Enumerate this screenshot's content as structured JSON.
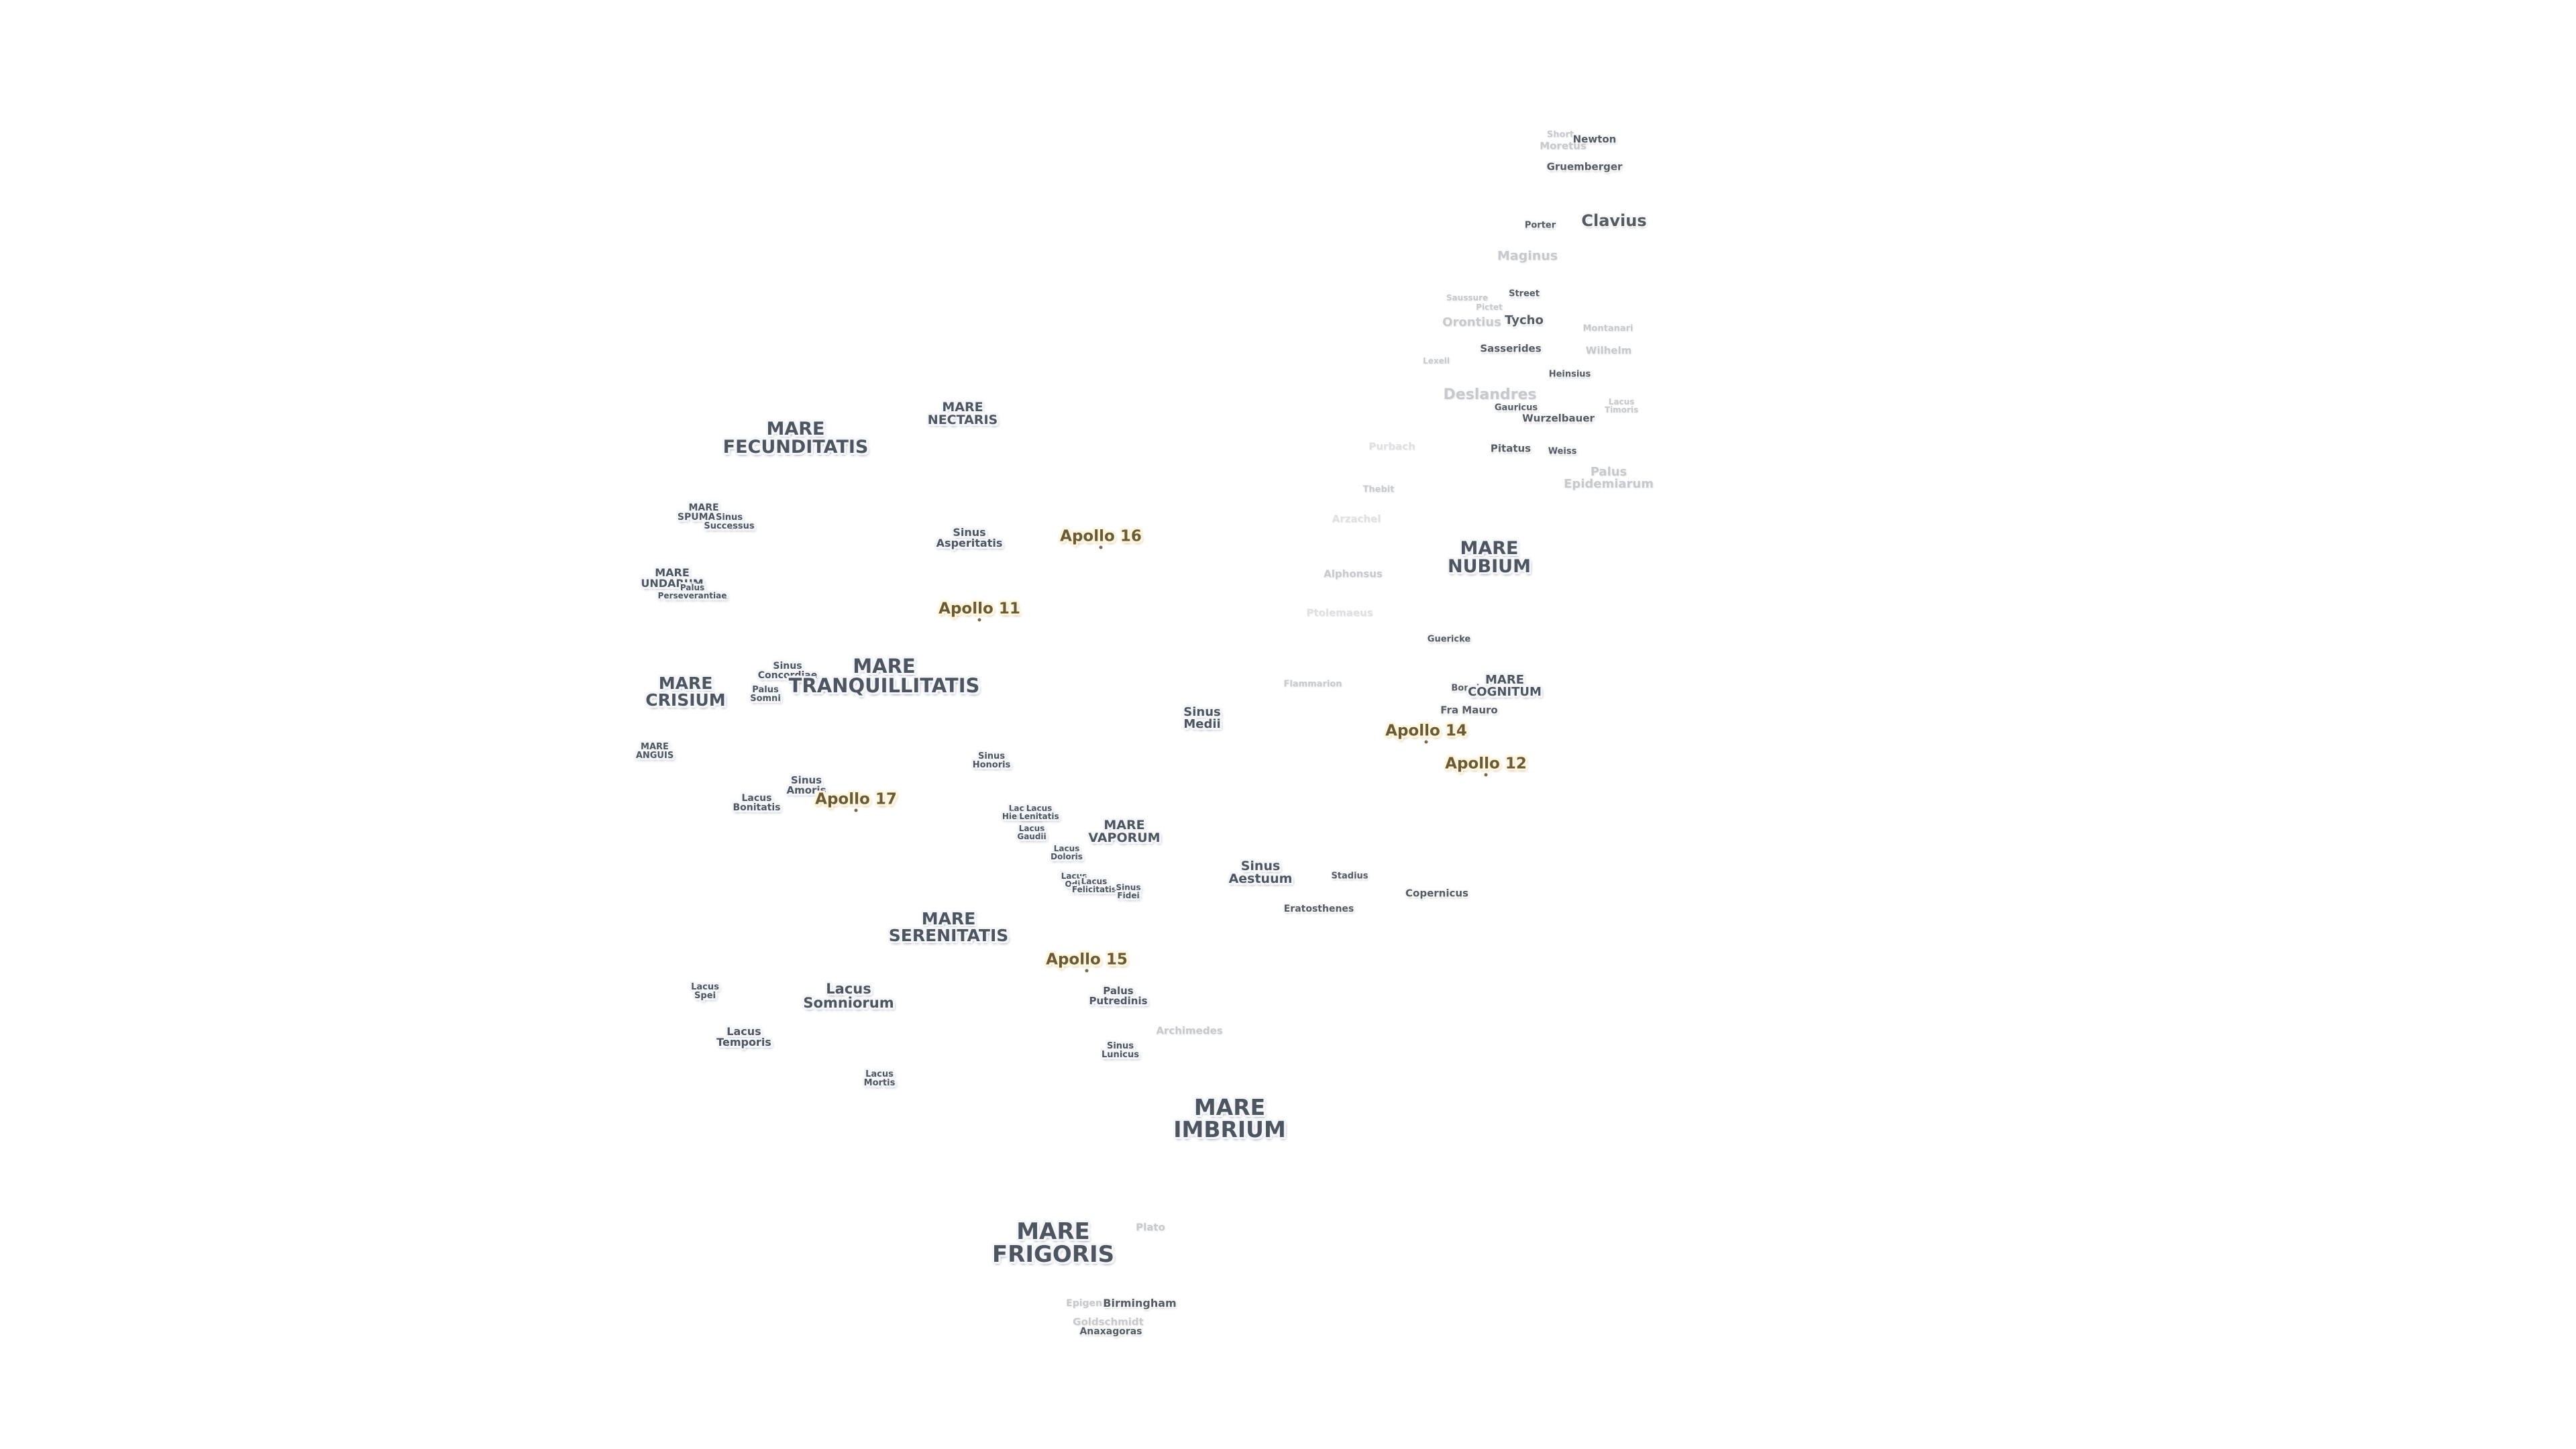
{
  "colors": {
    "background": "#ffffff",
    "mare_text": "#4d5560",
    "apollo_text": "#6b5a36",
    "faded_text": "#c7c9cd"
  },
  "labels": [
    {
      "id": "mare-fecunditatis",
      "text": "MARE\nFECUNDITATIS",
      "kind": "mare"
    },
    {
      "id": "mare-nectaris",
      "text": "MARE\nNECTARIS",
      "kind": "mare"
    },
    {
      "id": "mare-spumans",
      "text": "MARE\nSPUMANS",
      "kind": "mare"
    },
    {
      "id": "sinus-successus",
      "text": "Sinus\nSuccessus",
      "kind": "mare"
    },
    {
      "id": "mare-undarum",
      "text": "MARE\nUNDARUM",
      "kind": "mare"
    },
    {
      "id": "palus-perseverantiae",
      "text": "Palus\nPerseverantiae",
      "kind": "mare"
    },
    {
      "id": "sinus-asperitatis",
      "text": "Sinus\nAsperitatis",
      "kind": "mare"
    },
    {
      "id": "mare-crisium",
      "text": "MARE\nCRISIUM",
      "kind": "mare"
    },
    {
      "id": "sinus-concordiae",
      "text": "Sinus\nConcordiae",
      "kind": "mare"
    },
    {
      "id": "palus-somni",
      "text": "Palus\nSomni",
      "kind": "mare"
    },
    {
      "id": "mare-tranquillitatis",
      "text": "MARE\nTRANQUILLITATIS",
      "kind": "mare"
    },
    {
      "id": "mare-anguis",
      "text": "MARE\nANGUIS",
      "kind": "mare"
    },
    {
      "id": "lacus-bonitatis",
      "text": "Lacus\nBonitatis",
      "kind": "mare"
    },
    {
      "id": "sinus-amoris",
      "text": "Sinus\nAmoris",
      "kind": "mare"
    },
    {
      "id": "sinus-honoris",
      "text": "Sinus\nHonoris",
      "kind": "mare"
    },
    {
      "id": "sinus-medii",
      "text": "Sinus\nMedii",
      "kind": "mare"
    },
    {
      "id": "lacus-hiemalis",
      "text": "Lacus\nHiemalis",
      "kind": "mare"
    },
    {
      "id": "lacus-lenitatis",
      "text": "Lacus\nLenitatis",
      "kind": "mare"
    },
    {
      "id": "lacus-gaudii",
      "text": "Lacus\nGaudii",
      "kind": "mare"
    },
    {
      "id": "mare-vaporum",
      "text": "MARE\nVAPORUM",
      "kind": "mare"
    },
    {
      "id": "lacus-doloris",
      "text": "Lacus\nDoloris",
      "kind": "mare"
    },
    {
      "id": "lacus-odii",
      "text": "Lacus\nOdii",
      "kind": "mare"
    },
    {
      "id": "lacus-felicitatis",
      "text": "Lacus\nFelicitatis",
      "kind": "mare"
    },
    {
      "id": "sinus-fidei",
      "text": "Sinus\nFidei",
      "kind": "mare"
    },
    {
      "id": "sinus-aestuum",
      "text": "Sinus\nAestuum",
      "kind": "mare"
    },
    {
      "id": "mare-serenitatis",
      "text": "MARE\nSERENITATIS",
      "kind": "mare"
    },
    {
      "id": "lacus-spei",
      "text": "Lacus\nSpei",
      "kind": "mare"
    },
    {
      "id": "lacus-somniorum",
      "text": "Lacus\nSomniorum",
      "kind": "mare"
    },
    {
      "id": "lacus-temporis",
      "text": "Lacus\nTemporis",
      "kind": "mare"
    },
    {
      "id": "palus-putredinis",
      "text": "Palus\nPutredinis",
      "kind": "mare"
    },
    {
      "id": "sinus-lunicus",
      "text": "Sinus\nLunicus",
      "kind": "mare"
    },
    {
      "id": "lacus-mortis",
      "text": "Lacus\nMortis",
      "kind": "mare"
    },
    {
      "id": "mare-imbrium",
      "text": "MARE\nIMBRIUM",
      "kind": "mare"
    },
    {
      "id": "mare-frigoris",
      "text": "MARE\nFRIGORIS",
      "kind": "mare"
    },
    {
      "id": "mare-nubium",
      "text": "MARE\nNUBIUM",
      "kind": "mare"
    },
    {
      "id": "mare-cognitum",
      "text": "MARE\nCOGNITUM",
      "kind": "mare"
    },
    {
      "id": "apollo-16",
      "text": "Apollo 16",
      "kind": "apollo"
    },
    {
      "id": "apollo-11",
      "text": "Apollo 11",
      "kind": "apollo"
    },
    {
      "id": "apollo-17",
      "text": "Apollo 17",
      "kind": "apollo"
    },
    {
      "id": "apollo-14",
      "text": "Apollo 14",
      "kind": "apollo"
    },
    {
      "id": "apollo-12",
      "text": "Apollo 12",
      "kind": "apollo"
    },
    {
      "id": "apollo-15",
      "text": "Apollo 15",
      "kind": "apollo"
    },
    {
      "id": "short",
      "text": "Short",
      "kind": "faded"
    },
    {
      "id": "newton",
      "text": "Newton",
      "kind": "crater"
    },
    {
      "id": "moretus",
      "text": "Moretus",
      "kind": "faded"
    },
    {
      "id": "gruemberger",
      "text": "Gruemberger",
      "kind": "crater"
    },
    {
      "id": "porter",
      "text": "Porter",
      "kind": "crater"
    },
    {
      "id": "clavius",
      "text": "Clavius",
      "kind": "crater"
    },
    {
      "id": "maginus",
      "text": "Maginus",
      "kind": "faded"
    },
    {
      "id": "saussure",
      "text": "Saussure",
      "kind": "faded"
    },
    {
      "id": "street",
      "text": "Street",
      "kind": "crater"
    },
    {
      "id": "pictet",
      "text": "Pictet",
      "kind": "faded"
    },
    {
      "id": "orontius",
      "text": "Orontius",
      "kind": "faded"
    },
    {
      "id": "tycho",
      "text": "Tycho",
      "kind": "crater"
    },
    {
      "id": "montanari",
      "text": "Montanari",
      "kind": "faded"
    },
    {
      "id": "sasserides",
      "text": "Sasserides",
      "kind": "crater"
    },
    {
      "id": "wilhelm",
      "text": "Wilhelm",
      "kind": "faded"
    },
    {
      "id": "lexell",
      "text": "Lexell",
      "kind": "faded"
    },
    {
      "id": "heinsius",
      "text": "Heinsius",
      "kind": "crater"
    },
    {
      "id": "deslandres",
      "text": "Deslandres",
      "kind": "faded"
    },
    {
      "id": "gauricus",
      "text": "Gauricus",
      "kind": "crater"
    },
    {
      "id": "lacus-timoris",
      "text": "Lacus\nTimoris",
      "kind": "faded"
    },
    {
      "id": "wurzelbauer",
      "text": "Wurzelbauer",
      "kind": "crater"
    },
    {
      "id": "purbach",
      "text": "Purbach",
      "kind": "faded2"
    },
    {
      "id": "pitatus",
      "text": "Pitatus",
      "kind": "crater"
    },
    {
      "id": "weiss",
      "text": "Weiss",
      "kind": "crater"
    },
    {
      "id": "palus-epidemiarum",
      "text": "Palus\nEpidemiarum",
      "kind": "faded"
    },
    {
      "id": "thebit",
      "text": "Thebit",
      "kind": "faded"
    },
    {
      "id": "arzachel",
      "text": "Arzachel",
      "kind": "faded2"
    },
    {
      "id": "alphonsus",
      "text": "Alphonsus",
      "kind": "faded"
    },
    {
      "id": "ptolemaeus",
      "text": "Ptolemaeus",
      "kind": "faded2"
    },
    {
      "id": "guericke",
      "text": "Guericke",
      "kind": "crater"
    },
    {
      "id": "flammarion",
      "text": "Flammarion",
      "kind": "faded"
    },
    {
      "id": "bonpland",
      "text": "Bonpland",
      "kind": "crater"
    },
    {
      "id": "fra-mauro",
      "text": "Fra Mauro",
      "kind": "crater"
    },
    {
      "id": "stadius",
      "text": "Stadius",
      "kind": "crater"
    },
    {
      "id": "copernicus",
      "text": "Copernicus",
      "kind": "crater"
    },
    {
      "id": "eratosthenes",
      "text": "Eratosthenes",
      "kind": "crater"
    },
    {
      "id": "archimedes",
      "text": "Archimedes",
      "kind": "faded"
    },
    {
      "id": "plato",
      "text": "Plato",
      "kind": "faded"
    },
    {
      "id": "epigenes",
      "text": "Epigenes",
      "kind": "faded"
    },
    {
      "id": "birmingham",
      "text": "Birmingham",
      "kind": "crater"
    },
    {
      "id": "goldschmidt",
      "text": "Goldschmidt",
      "kind": "faded"
    },
    {
      "id": "anaxagoras",
      "text": "Anaxagoras",
      "kind": "crater"
    }
  ]
}
